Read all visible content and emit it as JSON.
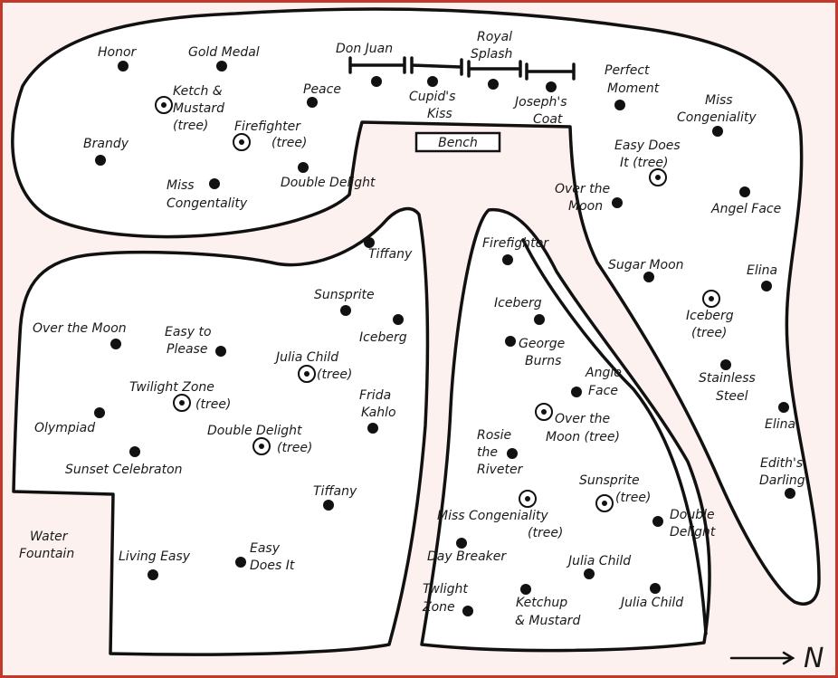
{
  "map": {
    "north_label": "N",
    "border_color": "#c0392b",
    "bench_label": "Bench"
  },
  "labels": {
    "honor": "Honor",
    "gold_medal": "Gold Medal",
    "don_juan": "Don Juan",
    "royal": "Royal",
    "splash": "Splash",
    "perfect": "Perfect",
    "moment": "Moment",
    "miss_cong_ne1": "Miss",
    "miss_cong_ne2": "Congeniality",
    "ketch_l1": "Ketch &",
    "ketch_l2": "Mustard",
    "ketch_l3": "(tree)",
    "peace": "Peace",
    "cupids1": "Cupid's",
    "cupids2": "Kiss",
    "josephs1": "Joseph's",
    "josephs2": "Coat",
    "firefighter_tree1": "Firefighter",
    "firefighter_tree2": "(tree)",
    "brandy": "Brandy",
    "easy_does_it_tree1": "Easy Does",
    "easy_does_it_tree2": "It (tree)",
    "double_delight_n": "Double Delight",
    "miss_congentality1": "Miss",
    "miss_congentality2": "Congentality",
    "over_moon_ne1": "Over the",
    "over_moon_ne2": "Moon",
    "angel_face": "Angel Face",
    "tiffany_top": "Tiffany",
    "firefighter_c": "Firefighter",
    "sugar_moon": "Sugar Moon",
    "elina_top": "Elina",
    "sunsprite_w": "Sunsprite",
    "iceberg_tree1": "Iceberg",
    "iceberg_tree2": "(tree)",
    "over_moon_w": "Over the Moon",
    "easy_please1": "Easy to",
    "easy_please2": "Please",
    "iceberg_c": "Iceberg",
    "iceberg_w": "Iceberg",
    "george1": "George",
    "george2": "Burns",
    "julia_tree1": "Julia Child",
    "julia_tree2": "(tree)",
    "angle1": "Angle",
    "angle2": "Face",
    "stainless1": "Stainless",
    "stainless2": "Steel",
    "twilight_tree1": "Twilight Zone",
    "twilight_tree2": "(tree)",
    "frida1": "Frida",
    "frida2": "Kahlo",
    "over_moon_tree1": "Over the",
    "over_moon_tree2": "Moon (tree)",
    "elina_bottom": "Elina",
    "olympiad": "Olympiad",
    "double_delight_tree1": "Double Delight",
    "double_delight_tree2": "(tree)",
    "rosie1": "Rosie",
    "rosie2": "the",
    "rosie3": "Riveter",
    "ediths1": "Edith's",
    "ediths2": "Darling",
    "sunset": "Sunset Celebraton",
    "sunsprite_tree1": "Sunsprite",
    "sunsprite_tree2": "(tree)",
    "tiffany_bottom": "Tiffany",
    "miss_cong_s1": "Miss Congeniality",
    "miss_cong_s2": "(tree)",
    "double_delight_s1": "Double",
    "double_delight_s2": "Delight",
    "water1": "Water",
    "water2": "Fountain",
    "living_easy": "Living Easy",
    "easy_does_it1": "Easy",
    "easy_does_it2": "Does It",
    "day_breaker": "Day Breaker",
    "julia_child_c": "Julia Child",
    "twilight1": "Twlight",
    "twilight2": "Zone",
    "ketchup1": "Ketchup",
    "ketchup2": "& Mustard",
    "julia_child_e": "Julia Child"
  }
}
